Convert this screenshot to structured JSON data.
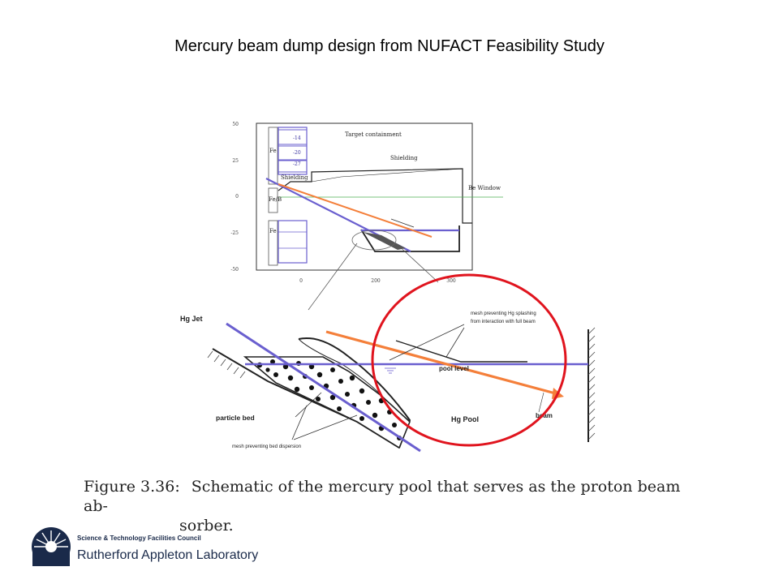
{
  "slide": {
    "title": "Mercury beam dump design from NUFACT Feasibility Study"
  },
  "upper_plot": {
    "y_ticks": [
      "50",
      "25",
      "0",
      "-25",
      "-50"
    ],
    "x_ticks": [
      "0",
      "200",
      "300"
    ],
    "labels": {
      "target_containment": "Target containment",
      "shielding_top": "Shielding",
      "shielding_left": "Shielding",
      "be_window": "Be Window",
      "fe_1": "Fe",
      "fe_2": "Fe/B",
      "fe_3": "Fe",
      "box_1": "-14",
      "box_2": "-20",
      "box_3": "-27"
    }
  },
  "lower_diagram": {
    "labels": {
      "hg_jet": "Hg Jet",
      "particle_bed": "particle bed",
      "mesh_bed": "mesh preventing bed dispersion",
      "mesh_splash_1": "mesh preventing Hg splashing",
      "mesh_splash_2": "from interaction with full beam",
      "pool_level": "pool level",
      "hg_pool": "Hg Pool",
      "beam": "beam"
    }
  },
  "caption": {
    "label": "Figure 3.36:",
    "line1": "Schematic of the mercury pool that serves as the proton beam ab-",
    "line2": "sorber."
  },
  "logo": {
    "council": "Science & Technology Facilities Council",
    "lab": "Rutherford Appleton Laboratory"
  },
  "colors": {
    "blue_line": "#6a5fcf",
    "orange_line": "#f47f3a",
    "highlight_circle": "#e0141e",
    "logo_blue": "#1a2a4a"
  }
}
